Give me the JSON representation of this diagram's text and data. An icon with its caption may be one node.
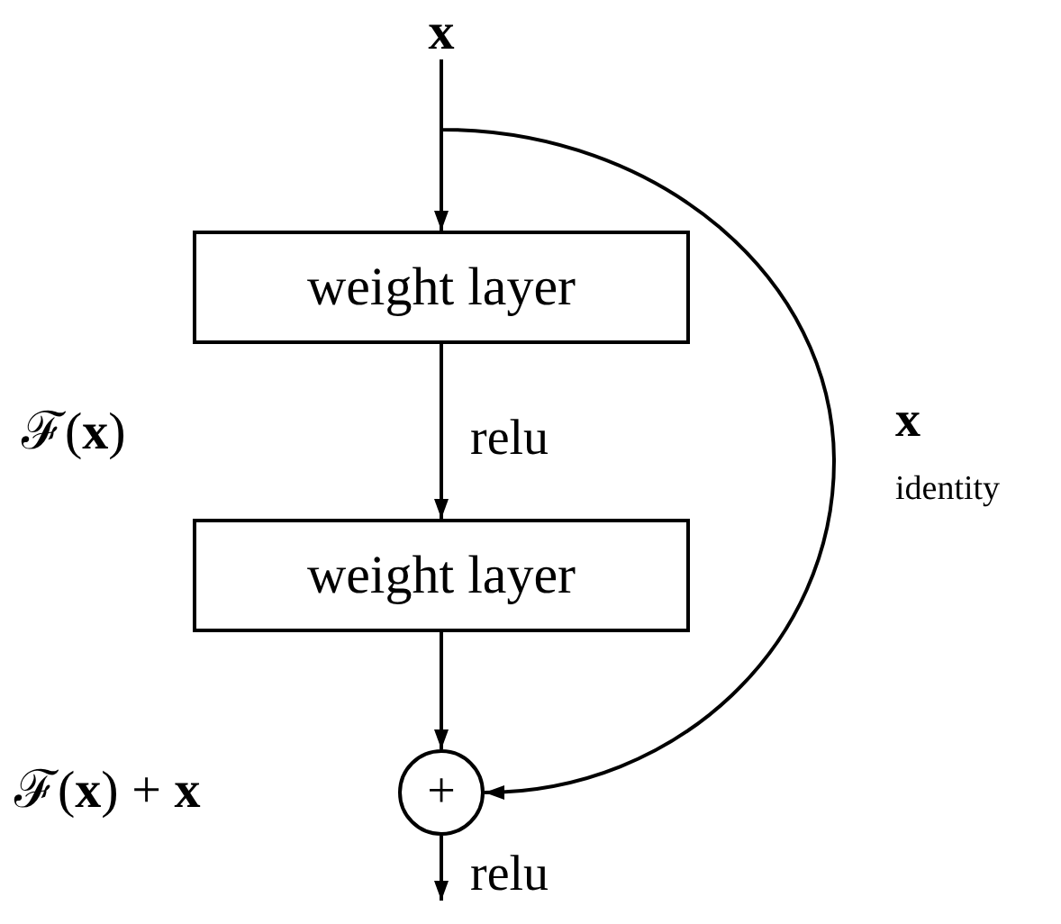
{
  "diagram": {
    "nodes": [
      {
        "text": [
          "x"
        ]
      },
      {
        "text": [
          "weight layer"
        ]
      },
      {
        "text": [
          "weight layer"
        ]
      },
      {
        "text": [
          "+"
        ]
      }
    ],
    "edges": [
      {
        "from": 0,
        "to": 1,
        "arrow": "to"
      },
      {
        "from": 1,
        "to": 2,
        "arrow": "to",
        "label": "relu"
      },
      {
        "from": 2,
        "to": 3,
        "arrow": "to"
      },
      {
        "from": 0,
        "to": 3,
        "arrow": "to"
      },
      {
        "from": 3,
        "to": null,
        "arrow": "to",
        "label": "relu"
      }
    ],
    "labels": [
      "ℱ(**x**)",
      "x",
      "identity",
      "ℱ(**x**) + **x**"
    ]
  }
}
